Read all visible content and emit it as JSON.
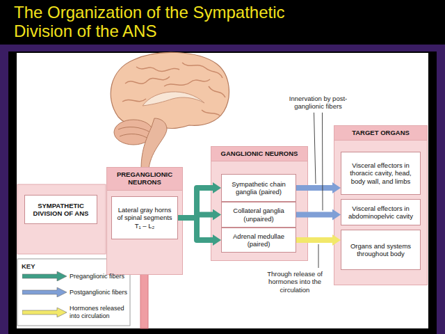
{
  "diagram": {
    "title": "The Organization of the Sympathetic Division of the ANS",
    "nodes": [
      {
        "text": [
          "SYMPATHETIC DIVISION OF ANS"
        ]
      },
      {
        "text": [
          "PREGANGLIONIC NEURONS"
        ]
      },
      {
        "text": [
          "Lateral gray horns of spinal segments T₁ – L₂"
        ],
        "in": 1
      },
      {
        "text": [
          "GANGLIONIC NEURONS"
        ]
      },
      {
        "text": [
          "Sympathetic chain ganglia (paired)"
        ],
        "in": 3
      },
      {
        "text": [
          "Collateral ganglia (unpaired)"
        ],
        "in": 3
      },
      {
        "text": [
          "Adrenal medullae (paired)"
        ],
        "in": 3
      },
      {
        "text": [
          "TARGET ORGANS"
        ]
      },
      {
        "text": [
          "Visceral effectors in thoracic cavity, head, body wall, and limbs"
        ],
        "in": 7
      },
      {
        "text": [
          "Visceral effectors in abdominopelvic cavity"
        ],
        "in": 7
      },
      {
        "text": [
          "Organs and systems throughout body"
        ],
        "in": 7
      }
    ],
    "edges": [
      {
        "from": 2,
        "to": 4,
        "arrow": "to"
      },
      {
        "from": 2,
        "to": 5,
        "arrow": "to"
      },
      {
        "from": 2,
        "to": 6,
        "arrow": "to"
      },
      {
        "from": 4,
        "to": 8,
        "arrow": "to"
      },
      {
        "from": 5,
        "to": 9,
        "arrow": "to"
      },
      {
        "from": 6,
        "to": 10,
        "arrow": "to"
      }
    ],
    "labels": [
      "Innervation by post-ganglionic fibers",
      "Through release of hormones into the circulation",
      "KEY"
    ],
    "legend": [
      {
        "text": "Preganglionic fibers",
        "color": "#3e9e86"
      },
      {
        "text": "Postganglionic fibers",
        "color": "#7f9fd6"
      },
      {
        "text": "Hormones released into circulation",
        "color": "#f2e86a"
      }
    ]
  }
}
